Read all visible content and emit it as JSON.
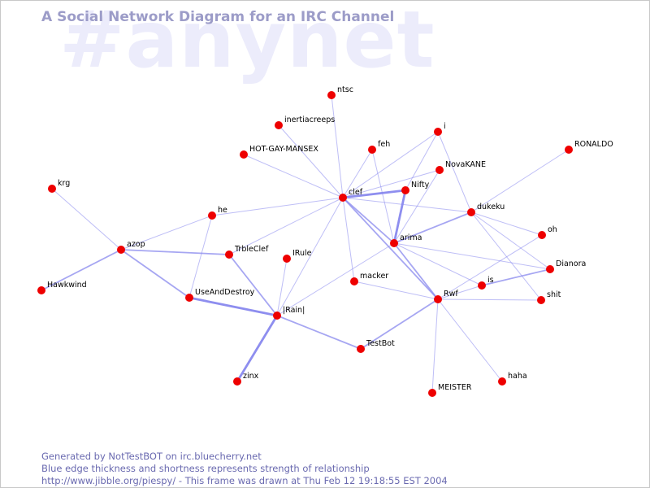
{
  "watermark": "#anynet",
  "title": "A Social Network Diagram for an IRC Channel",
  "footer": {
    "line1": "Generated by NotTestBOT on irc.bluecherry.net",
    "line2": "Blue edge thickness and shortness represents strength of relationship",
    "line3": "http://www.jibble.org/piespy/ - This frame was drawn at Thu Feb 12 19:18:55 EST 2004"
  },
  "colors": {
    "node": "#ee0000",
    "edge": "#8888ee",
    "label": "#000000",
    "title": "#9c9cc8",
    "watermark": "#ececfb",
    "footer": "#6a6ab0"
  },
  "nodes": [
    "ntsc",
    "inertiacreeps",
    "HOT-GAY-MANSEX",
    "i",
    "feh",
    "NovaKANE",
    "RONALDO",
    "Nifty",
    "clef",
    "krg",
    "he",
    "dukeku",
    "oh",
    "azop",
    "arima",
    "TrbleClef",
    "IRule",
    "Dianora",
    "Hawkwind",
    "macker",
    "is",
    "UseAndDestroy",
    "Rwf",
    "shit",
    "|Rain|",
    "TestBot",
    "zinx",
    "haha",
    "MEISTER"
  ],
  "edges": [
    {
      "from": "clef",
      "to": "ntsc",
      "weight": 1
    },
    {
      "from": "clef",
      "to": "inertiacreeps",
      "weight": 1
    },
    {
      "from": "clef",
      "to": "HOT-GAY-MANSEX",
      "weight": 1
    },
    {
      "from": "clef",
      "to": "feh",
      "weight": 1
    },
    {
      "from": "clef",
      "to": "i",
      "weight": 1
    },
    {
      "from": "clef",
      "to": "NovaKANE",
      "weight": 1
    },
    {
      "from": "clef",
      "to": "Nifty",
      "weight": 3
    },
    {
      "from": "clef",
      "to": "he",
      "weight": 1
    },
    {
      "from": "clef",
      "to": "TrbleClef",
      "weight": 1
    },
    {
      "from": "clef",
      "to": "dukeku",
      "weight": 1
    },
    {
      "from": "clef",
      "to": "arima",
      "weight": 2
    },
    {
      "from": "clef",
      "to": "Rwf",
      "weight": 2
    },
    {
      "from": "clef",
      "to": "|Rain|",
      "weight": 1
    },
    {
      "from": "clef",
      "to": "macker",
      "weight": 1
    },
    {
      "from": "Nifty",
      "to": "arima",
      "weight": 3
    },
    {
      "from": "feh",
      "to": "arima",
      "weight": 1
    },
    {
      "from": "i",
      "to": "Nifty",
      "weight": 1
    },
    {
      "from": "i",
      "to": "dukeku",
      "weight": 1
    },
    {
      "from": "NovaKANE",
      "to": "arima",
      "weight": 1
    },
    {
      "from": "dukeku",
      "to": "RONALDO",
      "weight": 1
    },
    {
      "from": "dukeku",
      "to": "arima",
      "weight": 2
    },
    {
      "from": "dukeku",
      "to": "oh",
      "weight": 1
    },
    {
      "from": "dukeku",
      "to": "Dianora",
      "weight": 1
    },
    {
      "from": "dukeku",
      "to": "shit",
      "weight": 1
    },
    {
      "from": "arima",
      "to": "Rwf",
      "weight": 2
    },
    {
      "from": "arima",
      "to": "is",
      "weight": 1
    },
    {
      "from": "arima",
      "to": "Dianora",
      "weight": 1
    },
    {
      "from": "arima",
      "to": "|Rain|",
      "weight": 1
    },
    {
      "from": "azop",
      "to": "krg",
      "weight": 1
    },
    {
      "from": "azop",
      "to": "he",
      "weight": 1
    },
    {
      "from": "azop",
      "to": "Hawkwind",
      "weight": 2
    },
    {
      "from": "azop",
      "to": "TrbleClef",
      "weight": 2
    },
    {
      "from": "azop",
      "to": "UseAndDestroy",
      "weight": 2
    },
    {
      "from": "he",
      "to": "UseAndDestroy",
      "weight": 1
    },
    {
      "from": "TrbleClef",
      "to": "|Rain|",
      "weight": 2
    },
    {
      "from": "IRule",
      "to": "|Rain|",
      "weight": 1
    },
    {
      "from": "UseAndDestroy",
      "to": "|Rain|",
      "weight": 3
    },
    {
      "from": "|Rain|",
      "to": "zinx",
      "weight": 3
    },
    {
      "from": "|Rain|",
      "to": "TestBot",
      "weight": 2
    },
    {
      "from": "Rwf",
      "to": "TestBot",
      "weight": 2
    },
    {
      "from": "Rwf",
      "to": "MEISTER",
      "weight": 1
    },
    {
      "from": "Rwf",
      "to": "haha",
      "weight": 1
    },
    {
      "from": "Rwf",
      "to": "is",
      "weight": 1
    },
    {
      "from": "Rwf",
      "to": "oh",
      "weight": 1
    },
    {
      "from": "Rwf",
      "to": "shit",
      "weight": 1
    },
    {
      "from": "Rwf",
      "to": "macker",
      "weight": 1
    },
    {
      "from": "is",
      "to": "Dianora",
      "weight": 2
    }
  ]
}
